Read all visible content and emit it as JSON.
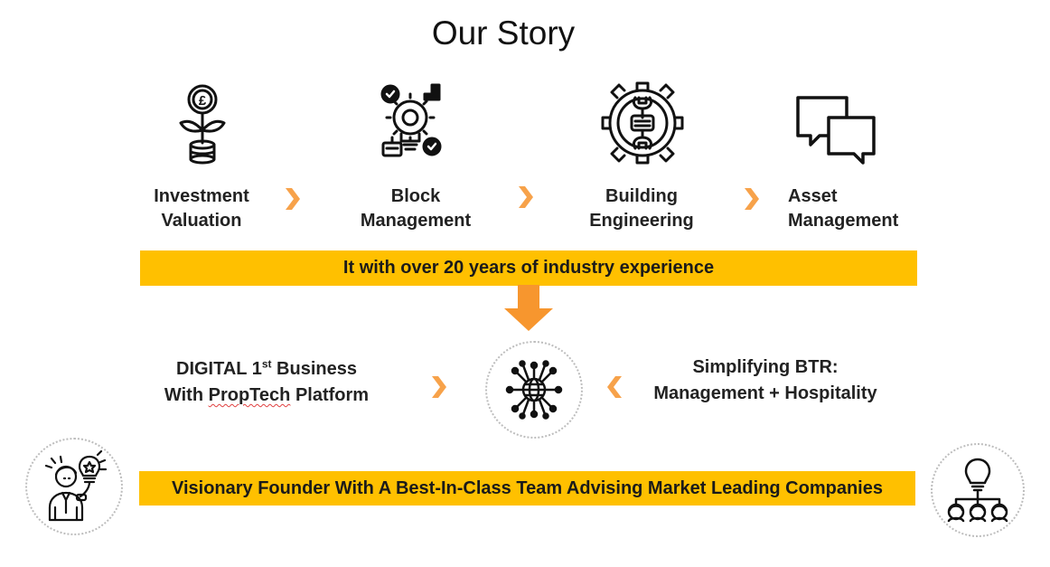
{
  "title": "Our Story",
  "steps": [
    {
      "icon": "money-plant-icon",
      "line1": "Investment",
      "line2": "Valuation"
    },
    {
      "icon": "lightbulb-gear-icon",
      "line1": "Block",
      "line2": "Management"
    },
    {
      "icon": "gear-wrench-icon",
      "line1": "Building",
      "line2": "Engineering"
    },
    {
      "icon": "chat-bubbles-icon",
      "line1": "Asset",
      "line2": "Management"
    }
  ],
  "banner_experience": "It with over 20 years of industry experience",
  "left_block": {
    "line1_pre": "DIGITAL 1",
    "line1_sup": "st",
    "line1_post": " Business",
    "line2_pre": "With ",
    "line2_misspelled": "PropTech",
    "line2_post": " Platform"
  },
  "right_block": {
    "line1": "Simplifying BTR:",
    "line2": "Management + Hospitality"
  },
  "center_icon": "network-globe-icon",
  "banner_founder": "Visionary Founder With A Best-In-Class Team Advising Market Leading Companies",
  "left_circle_icon": "founder-idea-icon",
  "right_circle_icon": "team-hierarchy-icon",
  "colors": {
    "banner": "#ffc000",
    "chevron": "#f7a24a",
    "down_arrow": "#f7962e",
    "circle_border": "#bdbdbd"
  }
}
